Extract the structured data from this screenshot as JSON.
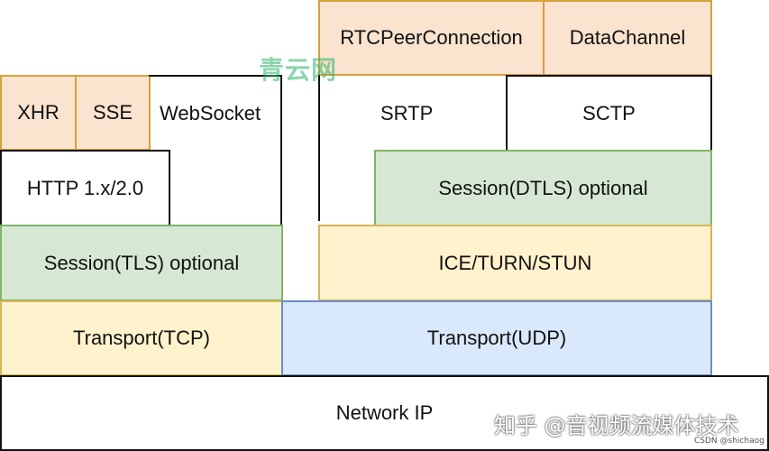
{
  "left_stack": {
    "xhr": "XHR",
    "sse": "SSE",
    "websocket": "WebSocket",
    "http": "HTTP 1.x/2.0",
    "tls": "Session(TLS) optional",
    "tcp": "Transport(TCP)"
  },
  "right_stack": {
    "rtc_peer_connection": "RTCPeerConnection",
    "data_channel": "DataChannel",
    "srtp": "SRTP",
    "sctp": "SCTP",
    "dtls": "Session(DTLS) optional",
    "ice": "ICE/TURN/STUN",
    "udp": "Transport(UDP)"
  },
  "network": "Network IP",
  "watermarks": {
    "site_logo": "青云网",
    "zhihu": "知乎 @音视频流媒体技术",
    "csdn": "CSDN @shichaog"
  },
  "colors": {
    "orange_fill": "#fae3cf",
    "orange_border": "#d6a13b",
    "green_fill": "#d6e8d4",
    "green_border": "#82b366",
    "yellow_fill": "#fff2cc",
    "yellow_border": "#d6b656",
    "blue_fill": "#dae8fc",
    "blue_border": "#6c8ebf"
  }
}
